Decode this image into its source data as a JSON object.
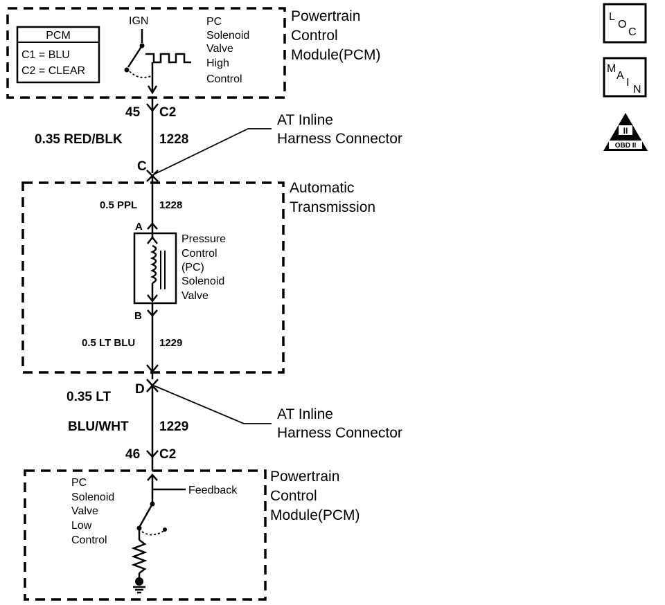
{
  "pcm_top": {
    "title_lines": [
      "Powertrain",
      "Control",
      "Module(PCM)"
    ],
    "legend_title": "PCM",
    "legend_lines": [
      "C1 = BLU",
      "C2 = CLEAR"
    ],
    "ign_label": "IGN",
    "signal_lines": [
      "PC",
      "Solenoid",
      "Valve",
      "High",
      "Control"
    ]
  },
  "connector_top": {
    "pin": "45",
    "connector": "C2",
    "wire_color": "0.35 RED/BLK",
    "circuit": "1228",
    "inline_pin": "C",
    "label_lines": [
      "AT Inline",
      "Harness Connector"
    ]
  },
  "transmission": {
    "title_lines": [
      "Automatic",
      "Transmission"
    ],
    "wire_top_color": "0.5 PPL",
    "wire_top_circuit": "1228",
    "pin_a": "A",
    "pin_b": "B",
    "solenoid_lines": [
      "Pressure",
      "Control",
      "(PC)",
      "Solenoid",
      "Valve"
    ],
    "wire_bottom_color": "0.5 LT BLU",
    "wire_bottom_circuit": "1229"
  },
  "connector_bottom": {
    "inline_pin": "D",
    "wire_color_line1": "0.35 LT",
    "wire_color_line2": "BLU/WHT",
    "circuit": "1229",
    "pin": "46",
    "connector": "C2",
    "label_lines": [
      "AT Inline",
      "Harness Connector"
    ]
  },
  "pcm_bottom": {
    "title_lines": [
      "Powertrain",
      "Control",
      "Module(PCM)"
    ],
    "signal_lines": [
      "PC",
      "Solenoid",
      "Valve",
      "Low",
      "Control"
    ],
    "feedback_label": "Feedback"
  },
  "icons": {
    "loc": [
      "L",
      "O",
      "C"
    ],
    "main": [
      "M",
      "A",
      "I",
      "N"
    ],
    "obd_label": "OBD II",
    "obd_roman": "II"
  }
}
